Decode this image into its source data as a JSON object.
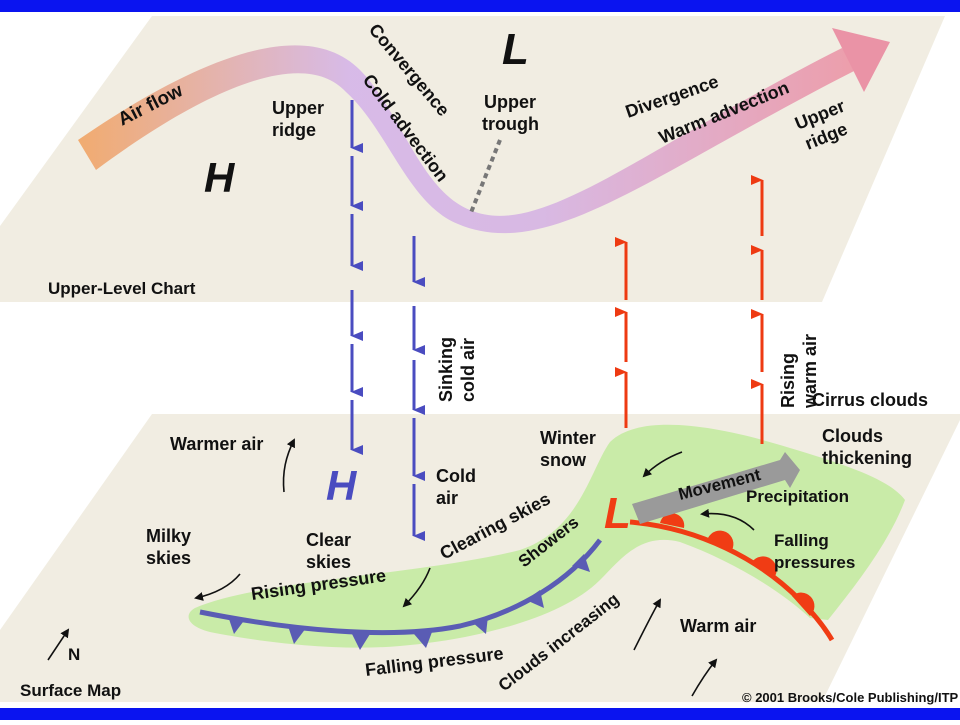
{
  "colors": {
    "frame_blue": "#0a14f0",
    "panel": "#f1ede2",
    "green_zone": "#c9eba8",
    "cold_front": "#5a5cb4",
    "warm_front": "#f03c14",
    "sink_arrow": "#4a4cc0",
    "rise_arrow": "#ee3a12",
    "flow_start": "#f1a86a",
    "flow_mid": "#d6b8e8",
    "flow_end": "#ec9aa8"
  },
  "upper": {
    "air_flow": "Air flow",
    "convergence": "Convergence",
    "cold_advection": "Cold advection",
    "L": "L",
    "upper_trough_1": "Upper",
    "upper_trough_2": "trough",
    "upper_ridge_left_1": "Upper",
    "upper_ridge_left_2": "ridge",
    "H": "H",
    "divergence": "Divergence",
    "warm_advection": "Warm advection",
    "upper_ridge_right_1": "Upper",
    "upper_ridge_right_2": "ridge",
    "chart_label": "Upper-Level Chart"
  },
  "middle": {
    "sinking_1": "Sinking",
    "sinking_2": "cold air",
    "rising_1": "Rising",
    "rising_2": "warm air"
  },
  "surface": {
    "cirrus": "Cirrus clouds",
    "clouds_thickening_1": "Clouds",
    "clouds_thickening_2": "thickening",
    "winter_snow_1": "Winter",
    "winter_snow_2": "snow",
    "warmer_air": "Warmer air",
    "H": "H",
    "cold_air_1": "Cold",
    "cold_air_2": "air",
    "movement": "Movement",
    "precipitation": "Precipitation",
    "L": "L",
    "clearing_skies": "Clearing skies",
    "showers": "Showers",
    "clear_skies_1": "Clear",
    "clear_skies_2": "skies",
    "milky_skies_1": "Milky",
    "milky_skies_2": "skies",
    "rising_pressure": "Rising pressure",
    "falling_pressures_1": "Falling",
    "falling_pressures_2": "pressures",
    "warm_air": "Warm air",
    "clouds_increasing": "Clouds increasing",
    "falling_pressure": "Falling pressure",
    "north": "N",
    "map_label": "Surface Map",
    "copyright": "© 2001 Brooks/Cole Publishing/ITP"
  }
}
